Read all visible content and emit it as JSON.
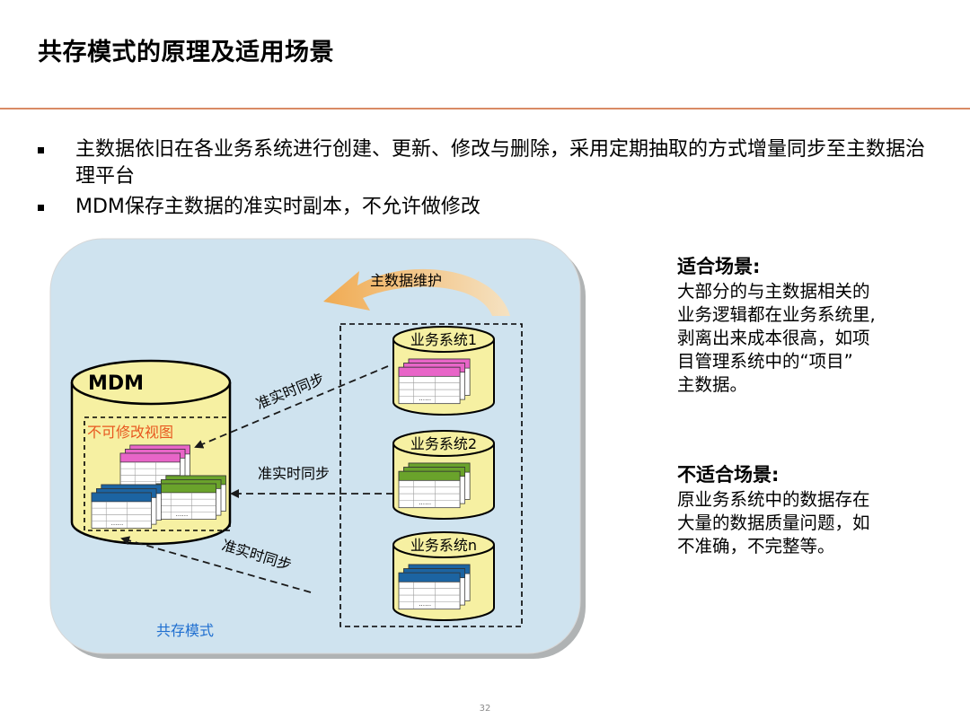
{
  "title": "共存模式的原理及适用场景",
  "bullets": [
    "主数据依旧在各业务系统进行创建、更新、修改与删除，采用定期抽取的方式增量同步至主数据治理平台",
    "MDM保存主数据的准实时副本，不允许做修改"
  ],
  "diagram": {
    "mdm_label": "MDM",
    "readonly_view_label": "不可修改视图",
    "maintenance_label": "主数据维护",
    "sync_label": "准实时同步",
    "mode_label": "共存模式",
    "systems": [
      "业务系统1",
      "业务系统2",
      "业务系统n"
    ],
    "colors": {
      "pink": "#e865c8",
      "green": "#6aa32b",
      "blue": "#1c64a2",
      "cylinder": "#f6f0a2",
      "panel": "#cfe3ef",
      "view_label": "#e8571f",
      "mode_label": "#1f6fd0"
    }
  },
  "side": {
    "suitable_title": "适合场景:",
    "suitable_lines": [
      "大部分的与主数据相关的",
      "业务逻辑都在业务系统里,",
      "剥离出来成本很高，如项",
      "目管理系统中的“项目”",
      "主数据。"
    ],
    "unsuitable_title": "不适合场景:",
    "unsuitable_lines": [
      "原业务系统中的数据存在",
      "大量的数据质量问题，如",
      "不准确，不完整等。"
    ]
  },
  "page_number": "32"
}
